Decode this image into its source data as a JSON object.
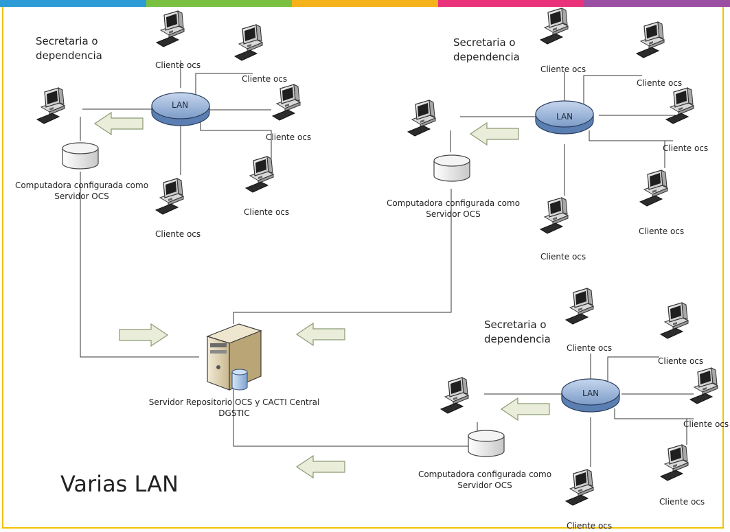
{
  "title": "Varias LAN",
  "colors": {
    "frame": "#f2c200",
    "lan_fill": "#9fb6d8",
    "arrow_fill": "#e8ecd8",
    "arrow_stroke": "#8a9a73",
    "banner": [
      "#2d9bd6",
      "#7ac142",
      "#f6b21a",
      "#e9327a",
      "#9b4fa3"
    ]
  },
  "icons": {
    "client": "desktop-computer-icon",
    "server": "tower-server-icon",
    "database": "database-disk-icon",
    "lan": "lan-hub-icon",
    "flow": "block-arrow-icon"
  },
  "sites": [
    {
      "site_label": "Secretaria o dependencia",
      "lan_label": "LAN",
      "local_server_label": "Computadora configurada como Servidor OCS",
      "clients": [
        "Cliente ocs",
        "Cliente ocs",
        "Cliente ocs",
        "Cliente ocs",
        "Cliente ocs"
      ]
    },
    {
      "site_label": "Secretaria o dependencia",
      "lan_label": "LAN",
      "local_server_label": "Computadora configurada como Servidor OCS",
      "clients": [
        "Cliente ocs",
        "Cliente ocs",
        "Cliente ocs",
        "Cliente ocs",
        "Cliente ocs"
      ]
    },
    {
      "site_label": "Secretaria o dependencia",
      "lan_label": "LAN",
      "local_server_label": "Computadora configurada como Servidor OCS",
      "clients": [
        "Cliente ocs",
        "Cliente ocs",
        "Cliente ocs",
        "Cliente ocs",
        "Cliente ocs"
      ]
    }
  ],
  "central_server": {
    "label": "Servidor Repositorio OCS y CACTI Central DGSTIC"
  }
}
